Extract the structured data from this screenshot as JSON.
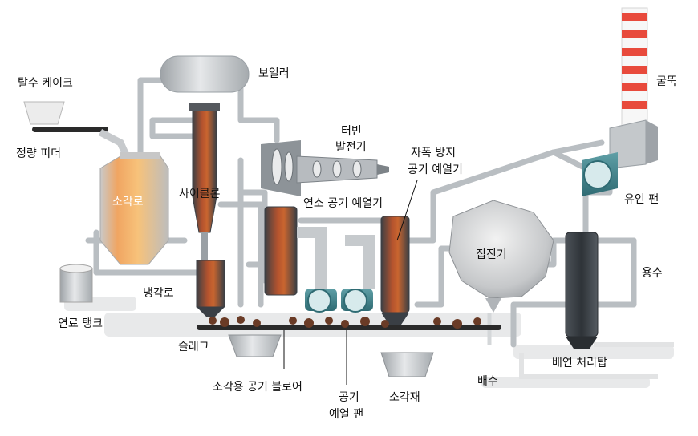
{
  "labels": {
    "dehydrated_cake": "탈수 케이크",
    "quantitative_feeder": "정량 피더",
    "incinerator": "소각로",
    "cyclone": "사이클론",
    "boiler": "보일러",
    "turbine_generator_1": "터빈",
    "turbine_generator_2": "발전기",
    "combustion_air_preheater": "연소 공기 예열기",
    "white_smoke_air_preheater_1": "자폭 방지",
    "white_smoke_air_preheater_2": "공기 예열기",
    "dust_collector": "집진기",
    "induced_fan": "유인 팬",
    "chimney": "굴뚝",
    "water": "용수",
    "cooling_furnace": "냉각로",
    "fuel_tank": "연료 탱크",
    "slag": "슬래그",
    "flue_gas_tower": "배연 처리탑",
    "incineration_air_blower": "소각용 공기 블로어",
    "air_preheat_fan_1": "공기",
    "air_preheat_fan_2": "예열 팬",
    "incineration_ash": "소각재",
    "drainage": "배수"
  },
  "colors": {
    "pipe": "#b9bec2",
    "pipe_shadow": "#8d9398",
    "furnace_glow": "#f39a4a",
    "chimney_red": "#e84a3c",
    "equipment_dark": "#3a3f45",
    "conveyor": "#2a2a2a"
  }
}
